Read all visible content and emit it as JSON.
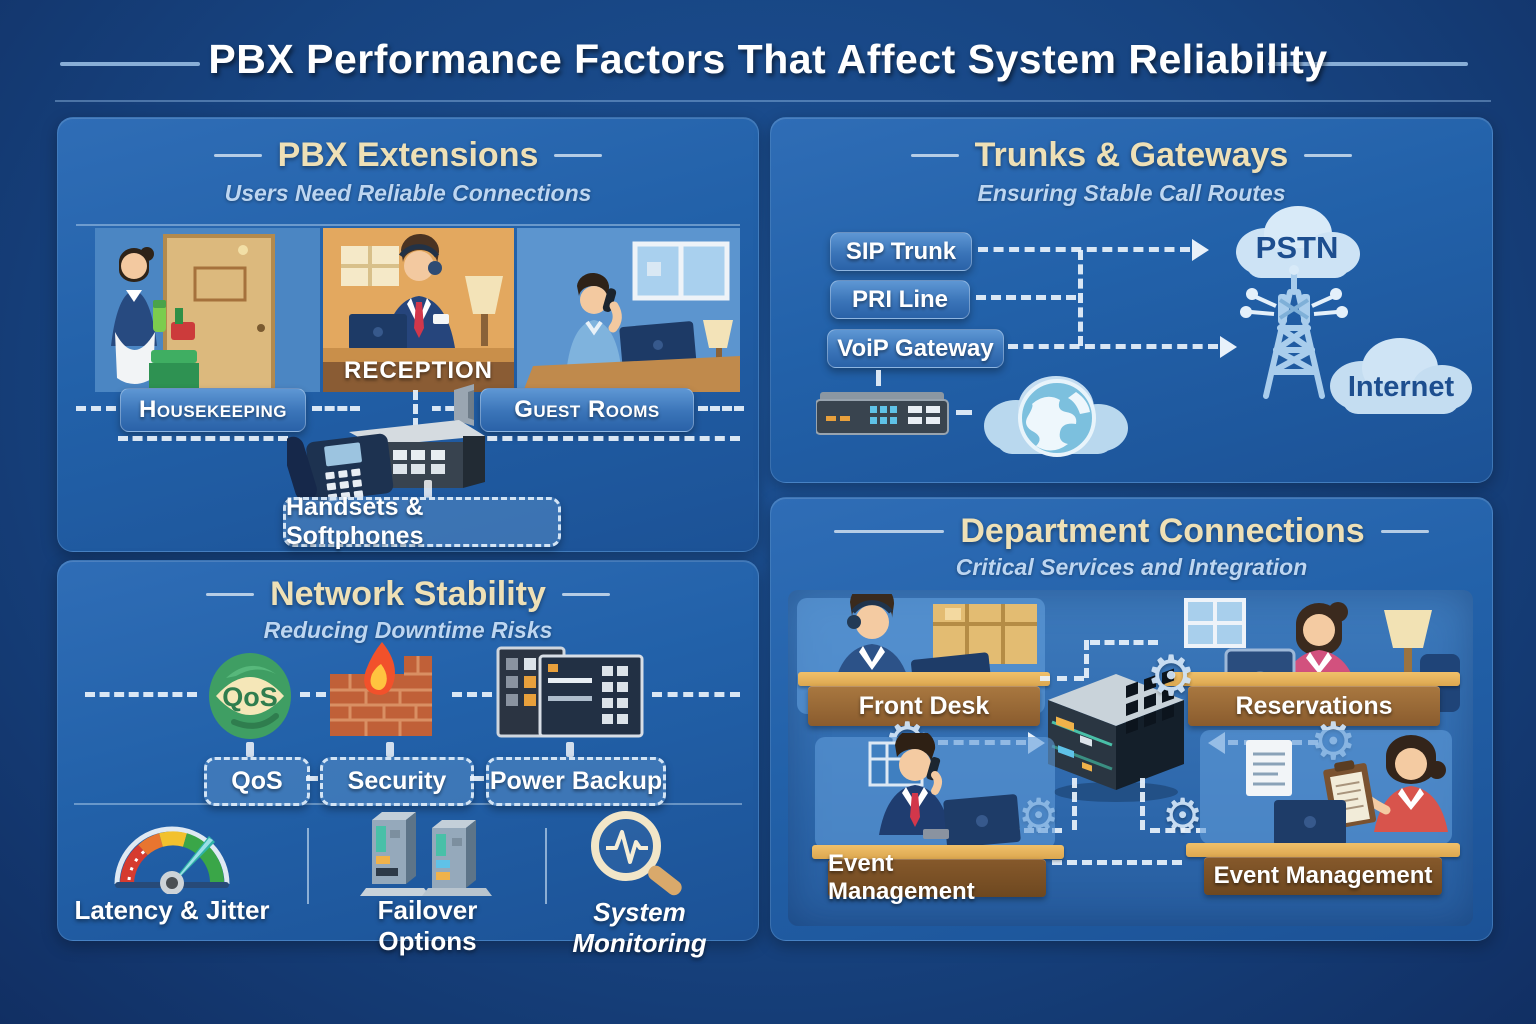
{
  "header": {
    "title": "PBX Performance Factors That Affect System Reliability"
  },
  "panels": {
    "extensions": {
      "title": "PBX Extensions",
      "subtitle": "Users Need Reliable Connections",
      "reception_sign": "RECEPTION",
      "housekeeping_label": "Housekeeping",
      "guest_rooms_label": "Guest Rooms",
      "handsets_label": "Handsets & Softphones"
    },
    "trunks": {
      "title": "Trunks & Gateways",
      "subtitle": "Ensuring Stable Call Routes",
      "sip_trunk_label": "SIP Trunk",
      "pri_line_label": "PRI Line",
      "voip_gateway_label": "VoiP Gateway",
      "pstn_label": "PSTN",
      "internet_label": "Internet"
    },
    "network": {
      "title": "Network Stability",
      "subtitle": "Reducing Downtime Risks",
      "qos_badge": "QoS",
      "qos_label": "QoS",
      "security_label": "Security",
      "power_backup_label": "Power Backup",
      "features": [
        {
          "label": "Latency & Jitter",
          "icon": "speedometer-gauge-icon"
        },
        {
          "label": "Failover Options",
          "icon": "redundant-servers-icon"
        },
        {
          "label": "System Monitoring",
          "icon": "magnifier-pulse-icon"
        }
      ]
    },
    "departments": {
      "title": "Department Connections",
      "subtitle": "Critical Services and Integration",
      "front_desk_label": "Front Desk",
      "reservations_label": "Reservations",
      "event_left_label": "Event Management",
      "event_right_label": "Event Management"
    }
  },
  "colors": {
    "background": "#174481",
    "panel_blue": "#2261a9",
    "title_cream": "#eee0b6",
    "subtitle_blue": "#bdd6f1",
    "node_blue": "#3a74b8",
    "wood": "#8a5c2e",
    "qos_green": "#3f9e63",
    "flame_orange": "#f2512b",
    "cloud_light": "#cde3f5",
    "cloud_text": "#1d4e8f"
  }
}
